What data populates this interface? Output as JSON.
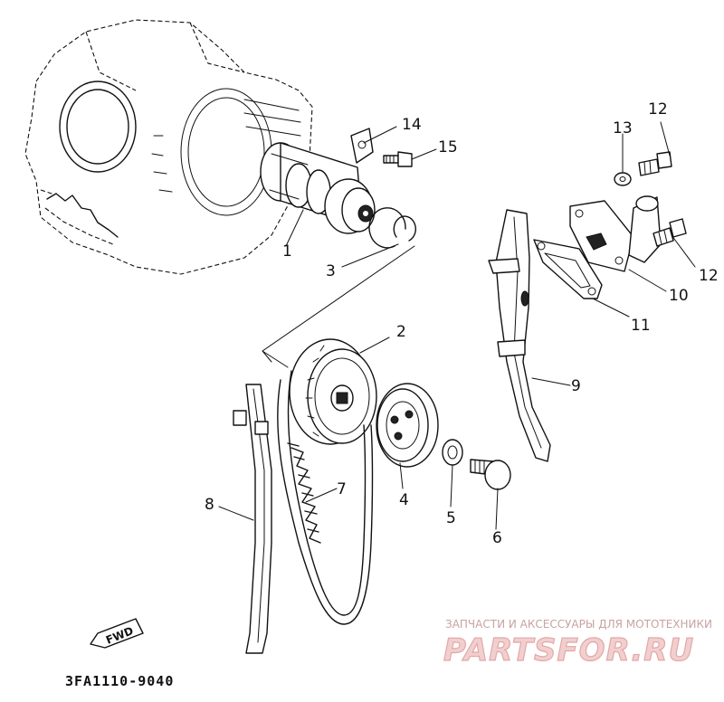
{
  "diagram": {
    "part_callouts": [
      {
        "id": "callout-1",
        "label": "1"
      },
      {
        "id": "callout-2",
        "label": "2"
      },
      {
        "id": "callout-3",
        "label": "3"
      },
      {
        "id": "callout-4",
        "label": "4"
      },
      {
        "id": "callout-5",
        "label": "5"
      },
      {
        "id": "callout-6",
        "label": "6"
      },
      {
        "id": "callout-7",
        "label": "7"
      },
      {
        "id": "callout-8",
        "label": "8"
      },
      {
        "id": "callout-9",
        "label": "9"
      },
      {
        "id": "callout-10",
        "label": "10"
      },
      {
        "id": "callout-11",
        "label": "11"
      },
      {
        "id": "callout-12a",
        "label": "12"
      },
      {
        "id": "callout-12b",
        "label": "12"
      },
      {
        "id": "callout-13",
        "label": "13"
      },
      {
        "id": "callout-14",
        "label": "14"
      },
      {
        "id": "callout-15",
        "label": "15"
      }
    ],
    "direction_badge": "FWD",
    "diagram_code": "3FA1110-9040"
  },
  "watermark": {
    "tagline": "ЗАПЧАСТИ И АКСЕССУАРЫ ДЛЯ МОТОТЕХНИКИ",
    "brand": "PARTSFOR.RU"
  },
  "colors": {
    "line": "#111111",
    "background": "#ffffff",
    "watermark": "#e4a7a7"
  }
}
